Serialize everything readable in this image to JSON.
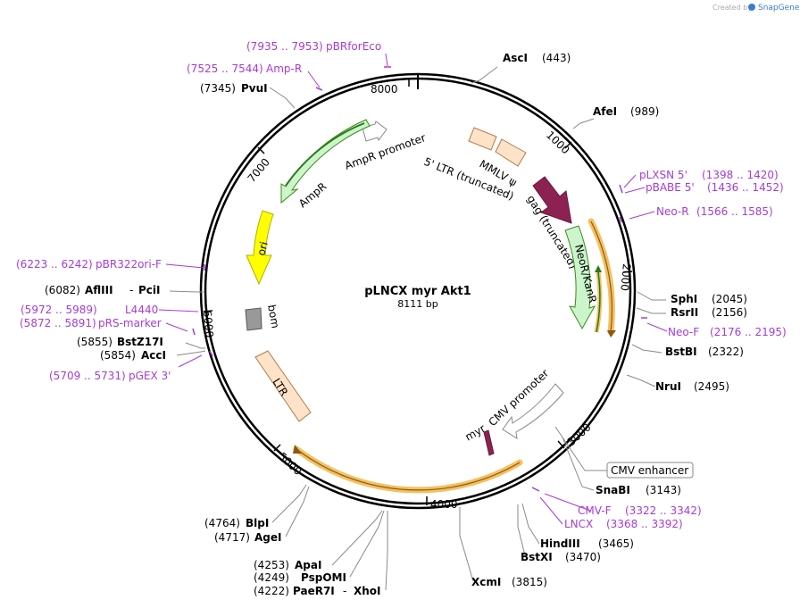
{
  "header": {
    "created_by": "Created by",
    "brand": "SnapGene"
  },
  "plasmid": {
    "name": "pLNCX myr Akt1",
    "size": "8111 bp",
    "length": 8111
  },
  "ticks": [
    {
      "label": "1000",
      "pos": 1000
    },
    {
      "label": "2000",
      "pos": 2000
    },
    {
      "label": "3000",
      "pos": 3000
    },
    {
      "label": "4000",
      "pos": 4000
    },
    {
      "label": "5000",
      "pos": 5000
    },
    {
      "label": "6000",
      "pos": 6000
    },
    {
      "label": "7000",
      "pos": 7000
    },
    {
      "label": "8000",
      "pos": 8000
    }
  ],
  "features": [
    {
      "name": "AmpR promoter",
      "color": "#ffffff",
      "stroke": "#888888"
    },
    {
      "name": "AmpR",
      "color": "#ccf5cc",
      "stroke": "#3a8a1a"
    },
    {
      "name": "5' LTR (truncated)",
      "color": "#ffe3c8",
      "stroke": "#b07a4a"
    },
    {
      "name": "MMLV ψ",
      "color": "#ffe3c8",
      "stroke": "#b07a4a"
    },
    {
      "name": "gag (truncated)",
      "color": "#8b2252",
      "stroke": "#6a1a3e"
    },
    {
      "name": "NeoR/KanR",
      "color": "#ccf5cc",
      "stroke": "#3a8a1a"
    },
    {
      "name": "ori",
      "color": "#ffff00",
      "stroke": "#b0b000"
    },
    {
      "name": "bom",
      "color": "#999999",
      "stroke": "#555555"
    },
    {
      "name": "LTR",
      "color": "#ffe3c8",
      "stroke": "#b07a4a"
    },
    {
      "name": "CMV promoter",
      "color": "#ffffff",
      "stroke": "#888888"
    },
    {
      "name": "myr",
      "color": "#8b2252",
      "stroke": "#6a1a3e"
    },
    {
      "name": "CMV enhancer",
      "color": "#ffffff",
      "stroke": "#888888"
    }
  ],
  "sites": [
    {
      "name": "AscI",
      "pos": "(443)"
    },
    {
      "name": "AfeI",
      "pos": "(989)"
    },
    {
      "name": "SphI",
      "pos": "(2045)"
    },
    {
      "name": "RsrII",
      "pos": "(2156)"
    },
    {
      "name": "BstBI",
      "pos": "(2322)"
    },
    {
      "name": "NruI",
      "pos": "(2495)"
    },
    {
      "name": "SnaBI",
      "pos": "(3143)"
    },
    {
      "name": "HindIII",
      "pos": "(3465)"
    },
    {
      "name": "BstXI",
      "pos": "(3470)"
    },
    {
      "name": "XcmI",
      "pos": "(3815)"
    },
    {
      "name": "ApaI",
      "pos": "(4253)"
    },
    {
      "name": "PspOMI",
      "pos": "(4249)"
    },
    {
      "name": "PaeR7I",
      "pos": "(4222)"
    },
    {
      "name": "XhoI",
      "pos": ""
    },
    {
      "name": "BlpI",
      "pos": "(4764)"
    },
    {
      "name": "AgeI",
      "pos": "(4717)"
    },
    {
      "name": "AccI",
      "pos": "(5854)"
    },
    {
      "name": "BstZ17I",
      "pos": "(5855)"
    },
    {
      "name": "AflIII",
      "pos": "(6082)"
    },
    {
      "name": "PciI",
      "pos": ""
    },
    {
      "name": "PvuI",
      "pos": "(7345)"
    }
  ],
  "primers": [
    {
      "name": "pBRforEco",
      "range": "(7935 .. 7953)"
    },
    {
      "name": "Amp-R",
      "range": "(7525 .. 7544)"
    },
    {
      "name": "pLXSN 5'",
      "range": "(1398 .. 1420)"
    },
    {
      "name": "pBABE 5'",
      "range": "(1436 .. 1452)"
    },
    {
      "name": "Neo-R",
      "range": "(1566 .. 1585)"
    },
    {
      "name": "Neo-F",
      "range": "(2176 .. 2195)"
    },
    {
      "name": "CMV-F",
      "range": "(3322 .. 3342)"
    },
    {
      "name": "LNCX",
      "range": "(3368 .. 3392)"
    },
    {
      "name": "pBR322ori-F",
      "range": "(6223 .. 6242)"
    },
    {
      "name": "L4440",
      "range": "(5972 .. 5989)"
    },
    {
      "name": "pRS-marker",
      "range": "(5872 .. 5891)"
    },
    {
      "name": "pGEX 3'",
      "range": "(5709 .. 5731)"
    }
  ],
  "colors": {
    "primer": "#a63bd9",
    "backbone": "#000000",
    "orf_highlight": "#f5c060"
  }
}
